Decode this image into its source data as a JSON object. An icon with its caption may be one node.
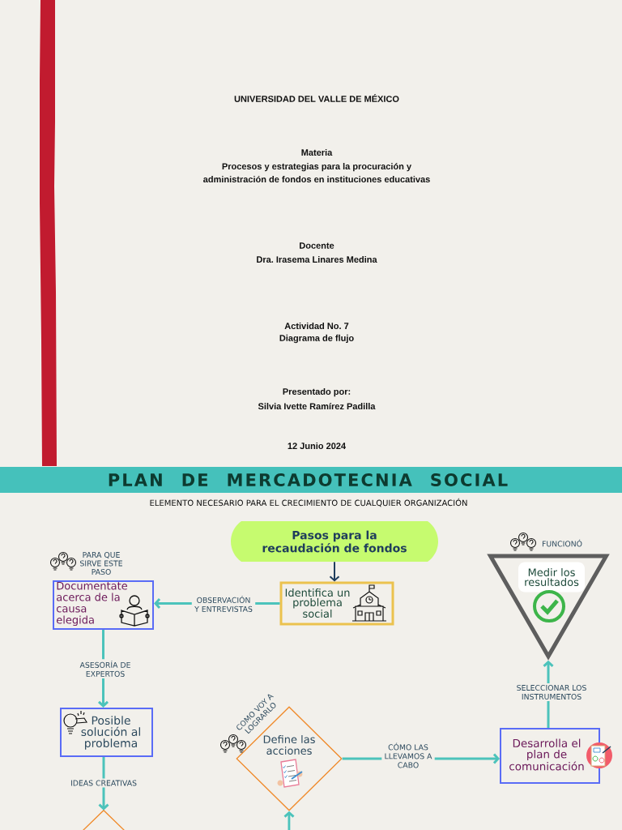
{
  "diagram": {
    "title": "PLAN DE MERCADOTECNIA SOCIAL",
    "nodes": [
      {
        "text": [
          "Pasos para la recaudación de fondos"
        ]
      },
      {
        "text": [
          "Identifica un problema social"
        ]
      },
      {
        "text": [
          "Documentate acerca de la causa elegida"
        ],
        "beside": [
          "PARA QUE SIRVE ESTE PASO"
        ]
      },
      {
        "text": [
          "Posible solución al problema"
        ]
      },
      {
        "text": [],
        "shape": "diamond"
      },
      {
        "text": [
          "Define las acciones"
        ],
        "beside": [
          "COMO VOY A LOGRARLO"
        ]
      },
      {
        "text": [
          "Desarrolla el plan de comunicación"
        ]
      },
      {
        "text": [
          "Medir los resultados"
        ],
        "beside": [
          "FUNCIONÓ"
        ]
      }
    ],
    "edges": [
      {
        "from": 0,
        "to": 1,
        "arrow": "to",
        "color": "#1f3d5c"
      },
      {
        "from": 1,
        "to": 2,
        "arrow": "to",
        "label": "OBSERVACIÓN Y ENTREVISTAS"
      },
      {
        "from": 2,
        "to": 3,
        "arrow": "to",
        "label": "ASESORÍA DE EXPERTOS"
      },
      {
        "from": 3,
        "to": 4,
        "arrow": "to",
        "label": "IDEAS CREATIVAS"
      },
      {
        "from": null,
        "to": 5,
        "arrow": "to"
      },
      {
        "from": 5,
        "to": 6,
        "arrow": "to",
        "label": "CÓMO LAS LLEVAMOS A CABO"
      },
      {
        "from": 6,
        "to": 7,
        "arrow": "to",
        "label": "SELECCIONAR LOS INSTRUMENTOS"
      }
    ],
    "labels": [
      "UNIVERSIDAD DEL VALLE DE MÉXICO",
      "Materia",
      "Procesos y estrategias para la procuración y administración de fondos en instituciones educativas",
      "Docente",
      "Dra. Irasema Linares Medina",
      "Actividad No. 7",
      "Diagrama de flujo",
      "Presentado por:",
      "Silvia Ivette Ramírez Padilla",
      "12 Junio 2024",
      "ELEMENTO NECESARIO PARA EL CRECIMIENTO DE CUALQUIER ORGANIZACIÓN"
    ]
  }
}
